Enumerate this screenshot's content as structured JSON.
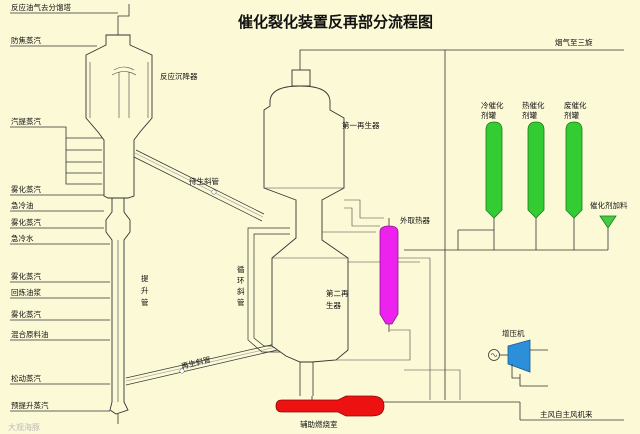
{
  "title": "催化裂化装置反再部分流程图",
  "labels": {
    "fractionator": "反应油气去分馏塔",
    "anticoke_steam": "防焦蒸汽",
    "settler": "反应沉降器",
    "stripping_steam": "汽提蒸汽",
    "atomizing_steam_1": "雾化蒸汽",
    "quench_oil": "急冷油",
    "atomizing_steam_2": "雾化蒸汽",
    "quench_water": "急冷水",
    "atomizing_steam_3": "雾化蒸汽",
    "recycle_slurry": "回炼油浆",
    "atomizing_steam_4": "雾化蒸汽",
    "mixed_feed": "混合原料油",
    "loosening_steam": "松动蒸汽",
    "prelift_steam": "预提升蒸汽",
    "riser_1": "提",
    "riser_2": "升",
    "riser_3": "管",
    "spent_pipe": "待生斜管",
    "recycle_pipe_1": "循",
    "recycle_pipe_2": "环",
    "recycle_pipe_3": "斜",
    "recycle_pipe_4": "管",
    "regen_pipe": "再生斜管",
    "first_regen": "第一再生器",
    "second_regen_1": "第二再",
    "second_regen_2": "生器",
    "external_heater": "外取热器",
    "flue_gas": "烟气至三旋",
    "cold_tank_1": "冷催化",
    "cold_tank_2": "剂罐",
    "hot_tank_1": "热催化",
    "hot_tank_2": "剂罐",
    "waste_tank_1": "废催化",
    "waste_tank_2": "剂罐",
    "catalyst_feeder": "催化剂加料",
    "booster": "增压机",
    "main_air": "主风自主风机来",
    "aux_furnace": "辅助燃烧室",
    "watermark": "大观海豚"
  },
  "colors": {
    "background": "#fbf9d6",
    "catalyst_tanks": "#33cc33",
    "external_heater": "#ee22ee",
    "aux_furnace": "#ee1111",
    "booster": "#2b8fd9",
    "feeder": "#44cc44"
  }
}
